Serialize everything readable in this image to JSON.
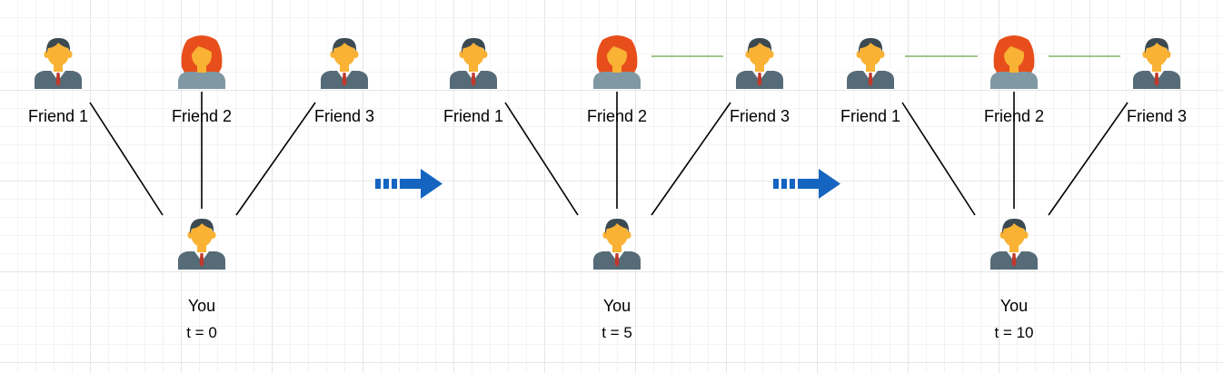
{
  "colors": {
    "edge_solid": "#000000",
    "edge_new": "#82b366",
    "arrow": "#1565c0",
    "skin": "#f9b233",
    "hair_man": "#3b4951",
    "suit": "#566b78",
    "hair_woman": "#e84e1b",
    "top_woman": "#7f98a3"
  },
  "icons": {
    "man": "man-avatar-icon",
    "woman": "woman-avatar-icon",
    "step": "dashed-right-arrow-icon"
  },
  "snapshots": [
    {
      "time_label": "t = 0",
      "you_label": "You",
      "friends": [
        {
          "label": "Friend 1",
          "icon": "man"
        },
        {
          "label": "Friend 2",
          "icon": "woman"
        },
        {
          "label": "Friend 3",
          "icon": "man"
        }
      ],
      "friend_links": []
    },
    {
      "time_label": "t = 5",
      "you_label": "You",
      "friends": [
        {
          "label": "Friend 1",
          "icon": "man"
        },
        {
          "label": "Friend 2",
          "icon": "woman"
        },
        {
          "label": "Friend 3",
          "icon": "man"
        }
      ],
      "friend_links": [
        [
          "Friend 2",
          "Friend 3"
        ]
      ]
    },
    {
      "time_label": "t = 10",
      "you_label": "You",
      "friends": [
        {
          "label": "Friend 1",
          "icon": "man"
        },
        {
          "label": "Friend 2",
          "icon": "woman"
        },
        {
          "label": "Friend 3",
          "icon": "man"
        }
      ],
      "friend_links": [
        [
          "Friend 1",
          "Friend 2"
        ],
        [
          "Friend 2",
          "Friend 3"
        ]
      ]
    }
  ]
}
